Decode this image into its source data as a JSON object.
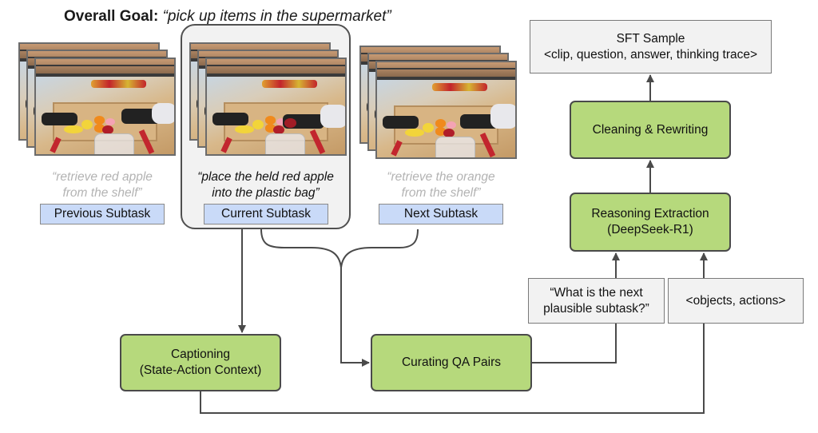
{
  "goal": {
    "label": "Overall Goal:",
    "text": "“pick up items in the supermarket”"
  },
  "subtasks": [
    {
      "role": "previous",
      "label": "Previous Subtask",
      "line1": "“retrieve red apple",
      "line2": "from the shelf”"
    },
    {
      "role": "current",
      "label": "Current Subtask",
      "line1": "“place the held red apple",
      "line2": "into the plastic bag”"
    },
    {
      "role": "next",
      "label": "Next Subtask",
      "line1": "“retrieve the orange",
      "line2": "from the shelf”"
    }
  ],
  "boxes": {
    "captioning": {
      "line1": "Captioning",
      "line2": "(State-Action Context)"
    },
    "curating": {
      "line1": "Curating QA Pairs"
    },
    "question": {
      "line1": "“What is the next",
      "line2": "plausible subtask?”"
    },
    "objects": {
      "line1": "<objects, actions>"
    },
    "reasoning": {
      "line1": "Reasoning Extraction",
      "line2": "(DeepSeek-R1)"
    },
    "cleaning": {
      "line1": "Cleaning & Rewriting"
    },
    "sft": {
      "line1": "SFT Sample",
      "line2": "<clip, question, answer, thinking trace>"
    }
  },
  "colors": {
    "process_box": "#b6d97c",
    "subtask_label": "#c9daf8",
    "data_box": "#f2f2f2",
    "connector": "#4a4a4a",
    "dim_text": "#b3b3b3"
  },
  "images": [
    {
      "name": "previous-subtask-frames",
      "icon": "robot-arms-supermarket-cart-photo"
    },
    {
      "name": "current-subtask-frames",
      "icon": "robot-arms-supermarket-cart-photo"
    },
    {
      "name": "next-subtask-frames",
      "icon": "robot-arms-supermarket-cart-photo"
    }
  ]
}
